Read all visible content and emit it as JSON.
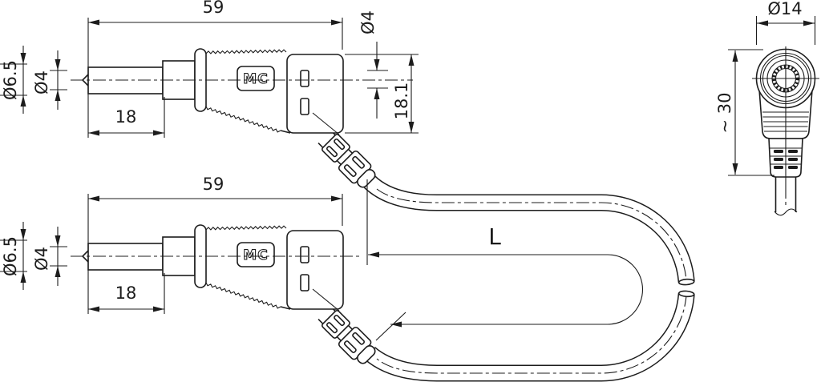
{
  "plugs": {
    "top": {
      "length": "59",
      "sleeve_dia": "Ø6.5",
      "pin_dia": "Ø4",
      "sleeve_len": "18",
      "hole_dia": "Ø4",
      "height": "18.1",
      "logo": "MC"
    },
    "bottom": {
      "length": "59",
      "sleeve_dia": "Ø6.5",
      "pin_dia": "Ø4",
      "sleeve_len": "18",
      "logo": "MC"
    }
  },
  "cable": {
    "length_label": "L"
  },
  "end_view": {
    "diameter": "Ø14",
    "height": "~ 30"
  },
  "colors": {
    "line": "#1c1c1c",
    "background": "#ffffff"
  }
}
